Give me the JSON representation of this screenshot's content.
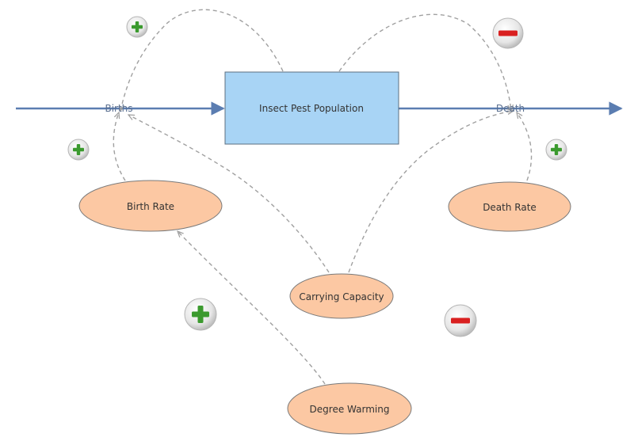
{
  "stock": {
    "label": "Insect Pest Population"
  },
  "flows": {
    "births": {
      "label": "Births"
    },
    "death": {
      "label": "Death"
    }
  },
  "variables": {
    "birth_rate": {
      "label": "Birth Rate"
    },
    "death_rate": {
      "label": "Death Rate"
    },
    "carrying_capacity": {
      "label": "Carrying Capacity"
    },
    "degree_warming": {
      "label": "Degree Warming"
    }
  },
  "polarity_markers": [
    {
      "id": "births-loop",
      "sign": "+",
      "icon": "plus-icon"
    },
    {
      "id": "death-loop",
      "sign": "-",
      "icon": "minus-icon"
    },
    {
      "id": "birth-rate-link",
      "sign": "+",
      "icon": "plus-icon"
    },
    {
      "id": "death-rate-link",
      "sign": "+",
      "icon": "plus-icon"
    },
    {
      "id": "warming-link",
      "sign": "+",
      "icon": "plus-icon"
    },
    {
      "id": "capacity-link",
      "sign": "-",
      "icon": "minus-icon"
    }
  ],
  "colors": {
    "stock_fill": "#a8d4f5",
    "variable_fill": "#fcc8a3",
    "flow_line": "#5b7db1",
    "link_line": "#a0a0a0",
    "plus": "#3b9a2e",
    "minus": "#d92020"
  }
}
